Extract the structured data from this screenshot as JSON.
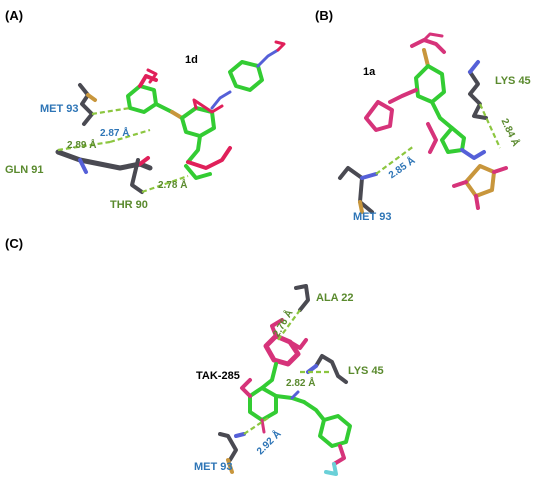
{
  "panels": {
    "a": {
      "label": "(A)",
      "ligand": "1d",
      "residues": [
        "MET 93",
        "GLN 91",
        "THR 90"
      ],
      "distances": [
        "2.87 Å",
        "2.89 Å",
        "2.78 Å"
      ]
    },
    "b": {
      "label": "(B)",
      "ligand": "1a",
      "residues": [
        "MET 93",
        "LYS 45"
      ],
      "distances": [
        "2.85 Å",
        "2.84 Å"
      ]
    },
    "c": {
      "label": "(C)",
      "ligand": "TAK-285",
      "residues": [
        "ALA 22",
        "LYS 45",
        "MET 93"
      ],
      "distances": [
        "2.76 Å",
        "2.82 Å",
        "2.92 Å"
      ]
    }
  },
  "colors": {
    "residue_blue": "#2e75b6",
    "residue_green": "#5a8a2e",
    "hbond_green": "#8cc63f",
    "carbon_green": "#33cc33",
    "carbon_magenta": "#d6337a",
    "oxygen_red": "#e0205a",
    "protein_grey": "#4a4a52",
    "sulfur_gold": "#c8963c",
    "nitrogen_blue": "#5560d8",
    "fluorine_cyan": "#6ad0d8"
  }
}
